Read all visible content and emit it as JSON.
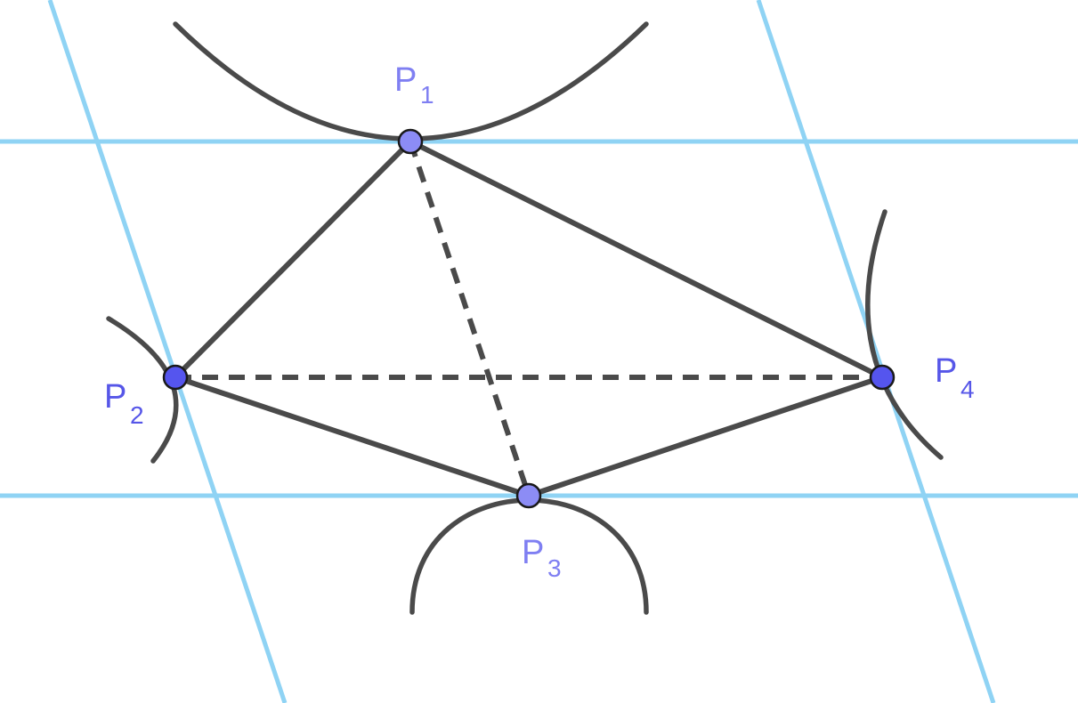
{
  "colors": {
    "guide_line": "#8fd3f4",
    "edge": "#4a4a4a",
    "point_light": "#8c8cf5",
    "point_dark": "#5555ee",
    "label_light": "#7f7ff2",
    "label_dark": "#5656e8"
  },
  "points": [
    {
      "id": "p1",
      "letter": "P",
      "index": "1"
    },
    {
      "id": "p2",
      "letter": "P",
      "index": "2"
    },
    {
      "id": "p3",
      "letter": "P",
      "index": "3"
    },
    {
      "id": "p4",
      "letter": "P",
      "index": "4"
    }
  ],
  "edges": [
    {
      "from": "p1",
      "to": "p2",
      "style": "solid"
    },
    {
      "from": "p1",
      "to": "p4",
      "style": "solid"
    },
    {
      "from": "p2",
      "to": "p3",
      "style": "solid"
    },
    {
      "from": "p3",
      "to": "p4",
      "style": "solid"
    },
    {
      "from": "p1",
      "to": "p3",
      "style": "dashed"
    },
    {
      "from": "p2",
      "to": "p4",
      "style": "dashed"
    }
  ]
}
